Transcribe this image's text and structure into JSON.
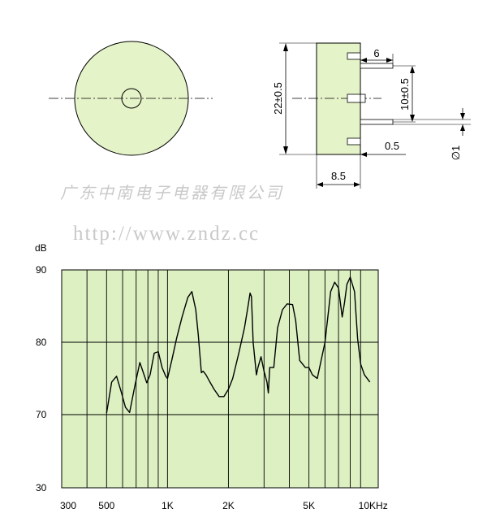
{
  "colors": {
    "part_fill": "#e5f3c8",
    "chart_fill": "#dcf0c2",
    "line": "#000000",
    "watermark": "#c9c9c9"
  },
  "watermark": {
    "company": "广东中南电子电器有限公司",
    "url": "http://www.zndz.cc"
  },
  "drawing": {
    "dims": {
      "height": "22±0.5",
      "pin_length": "6",
      "pin_spacing": "10±0.5",
      "pin_diameter": "∅1",
      "pin_offset": "0.5",
      "body_width": "8.5"
    }
  },
  "chart_data": {
    "type": "line",
    "ylabel": "dB",
    "xscale": "log",
    "x_ticks": [
      {
        "label": "300",
        "value": 300
      },
      {
        "label": "500",
        "value": 500
      },
      {
        "label": "1K",
        "value": 1000
      },
      {
        "label": "2K",
        "value": 2000
      },
      {
        "label": "5K",
        "value": 5000
      },
      {
        "label": "10KHz",
        "value": 10000
      }
    ],
    "y_ticks": [
      {
        "label": "90",
        "value": 90
      },
      {
        "label": "80",
        "value": 80
      },
      {
        "label": "70",
        "value": 70
      },
      {
        "label": "30",
        "value": 30
      }
    ],
    "grid_x": [
      400,
      500,
      600,
      700,
      800,
      900,
      1000,
      2000,
      3000,
      4000,
      5000,
      6000,
      7000,
      8000,
      9000
    ],
    "grid_y": [
      80,
      70
    ],
    "series": [
      {
        "x": [
          500,
          530,
          560,
          590,
          620,
          650,
          690,
          730,
          760,
          790,
          820,
          860,
          900,
          940,
          980,
          1000,
          1050,
          1110,
          1180,
          1260,
          1320,
          1380,
          1420,
          1470,
          1500,
          1550,
          1620,
          1700,
          1800,
          1900,
          2000,
          2100,
          2250,
          2400,
          2500,
          2560,
          2600,
          2650,
          2750,
          2800,
          2900,
          3000,
          3100,
          3150,
          3200,
          3350,
          3500,
          3700,
          3900,
          4150,
          4300,
          4500,
          4800,
          5000,
          5200,
          5500,
          6000,
          6400,
          6700,
          7000,
          7300,
          7500,
          7700,
          8000,
          8400,
          8700,
          9000,
          9400,
          10000
        ],
        "y": [
          70.2,
          74.5,
          75.3,
          73.2,
          71.0,
          70.3,
          74.0,
          77.2,
          75.8,
          74.4,
          75.5,
          78.5,
          78.7,
          76.5,
          75.3,
          75.0,
          77.5,
          80.6,
          83.5,
          86.2,
          87.0,
          84.5,
          81.0,
          75.8,
          76.0,
          75.5,
          74.5,
          73.5,
          72.5,
          72.5,
          73.5,
          75.0,
          78.5,
          82.0,
          85.0,
          86.8,
          86.3,
          80.0,
          75.5,
          76.5,
          78.0,
          76.0,
          74.5,
          73.0,
          76.5,
          76.5,
          82.0,
          84.5,
          85.3,
          85.2,
          83.0,
          77.5,
          76.5,
          76.5,
          75.5,
          75.0,
          80.0,
          87.0,
          88.3,
          87.5,
          83.5,
          85.5,
          88.0,
          89.0,
          87.0,
          80.5,
          77.0,
          75.5,
          74.5
        ]
      }
    ]
  }
}
